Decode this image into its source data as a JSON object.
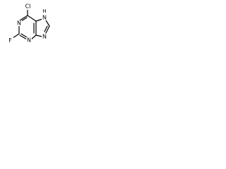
{
  "structure": {
    "atoms": {
      "chlorine": "Cl",
      "fluorine": "F",
      "nitrogen_n1": "N",
      "nitrogen_n3": "N",
      "nitrogen_n7": "N",
      "nitrogen_n9": "N",
      "hydrogen_n7": "H"
    }
  }
}
